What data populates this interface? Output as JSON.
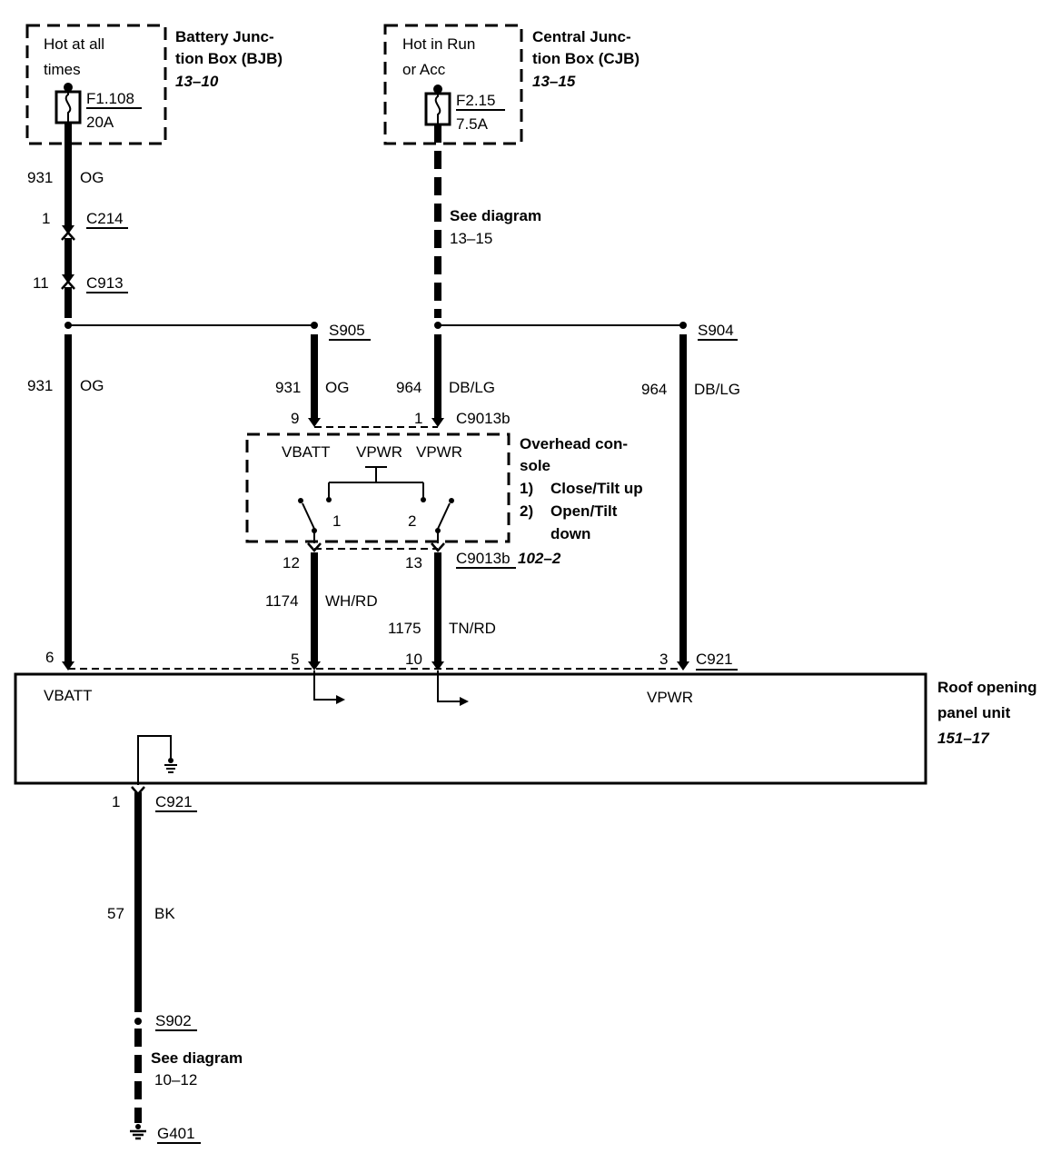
{
  "bjb": {
    "note_line1": "Hot at all",
    "note_line2": "times",
    "fuse_id": "F1.108",
    "fuse_rating": "20A",
    "title_line1": "Battery Junc-",
    "title_line2": "tion Box (BJB)",
    "ref": "13–10"
  },
  "cjb": {
    "note_line1": "Hot in Run",
    "note_line2": "or Acc",
    "fuse_id": "F2.15",
    "fuse_rating": "7.5A",
    "title_line1": "Central Junc-",
    "title_line2": "tion Box (CJB)",
    "ref": "13–15"
  },
  "wires": {
    "w931_circuit": "931",
    "w931_color": "OG",
    "w964_circuit": "964",
    "w964_color": "DB/LG",
    "w1174_circuit": "1174",
    "w1174_color": "WH/RD",
    "w1175_circuit": "1175",
    "w1175_color": "TN/RD",
    "w57_circuit": "57",
    "w57_color": "BK"
  },
  "connectors": {
    "c214_pin": "1",
    "c214": "C214",
    "c913_pin": "11",
    "c913": "C913",
    "s905": "S905",
    "s904": "S904",
    "c9013b": "C9013b",
    "c9013b_pin9": "9",
    "c9013b_pin1": "1",
    "c9013b_pin12": "12",
    "c9013b_pin13": "13",
    "c9013b_ref": "102–2",
    "c921": "C921",
    "c921_pin6": "6",
    "c921_pin5": "5",
    "c921_pin10": "10",
    "c921_pin3": "3",
    "c921_pin1": "1",
    "s902": "S902",
    "g401": "G401"
  },
  "see_diagram_1": {
    "line1": "See diagram",
    "line2": "13–15"
  },
  "see_diagram_2": {
    "line1": "See diagram",
    "line2": "10–12"
  },
  "overhead": {
    "title_line1": "Overhead con-",
    "title_line2": "sole",
    "item1_num": "1)",
    "item1_text": "Close/Tilt up",
    "item2_num": "2)",
    "item2_text_line1": "Open/Tilt",
    "item2_text_line2": "down",
    "pin_vbatt": "VBATT",
    "pin_vpwr1": "VPWR",
    "pin_vpwr2": "VPWR",
    "switch1": "1",
    "switch2": "2"
  },
  "roof_unit": {
    "title_line1": "Roof opening",
    "title_line2": "panel unit",
    "ref": "151–17",
    "pin_vbatt": "VBATT",
    "pin_vpwr": "VPWR"
  }
}
